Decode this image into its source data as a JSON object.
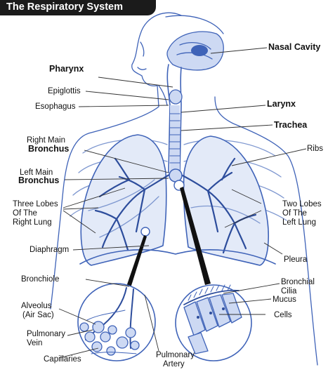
{
  "title": "The Respiratory System",
  "colors": {
    "anatomy_stroke": "#3f63b8",
    "anatomy_fill": "#cdd9f3",
    "anatomy_dark": "#2d4d9c",
    "pointer_line": "#333333",
    "title_bg": "#1b1b1b"
  },
  "labels": {
    "nasal_cavity": "Nasal Cavity",
    "pharynx": "Pharynx",
    "epiglottis": "Epiglottis",
    "esophagus": "Esophagus",
    "larynx": "Larynx",
    "trachea": "Trachea",
    "right_main_1": "Right Main",
    "right_main_2": "Bronchus",
    "ribs": "Ribs",
    "left_main_1": "Left Main",
    "left_main_2": "Bronchus",
    "three_lobes_1": "Three Lobes",
    "three_lobes_2": "Of The",
    "three_lobes_3": "Right Lung",
    "two_lobes_1": "Two Lobes",
    "two_lobes_2": "Of The",
    "two_lobes_3": "Left Lung",
    "diaphragm": "Diaphragm",
    "pleura": "Pleura",
    "bronchiole": "Bronchiole",
    "bronchial_cilia_1": "Bronchial",
    "bronchial_cilia_2": "Cilia",
    "alveolus_1": "Alveolus",
    "alveolus_2": "(Air Sac)",
    "mucus": "Mucus",
    "cells": "Cells",
    "pulmonary_vein_1": "Pulmonary",
    "pulmonary_vein_2": "Vein",
    "capillaries": "Capillaries",
    "pulmonary_artery_1": "Pulmonary",
    "pulmonary_artery_2": "Artery"
  }
}
